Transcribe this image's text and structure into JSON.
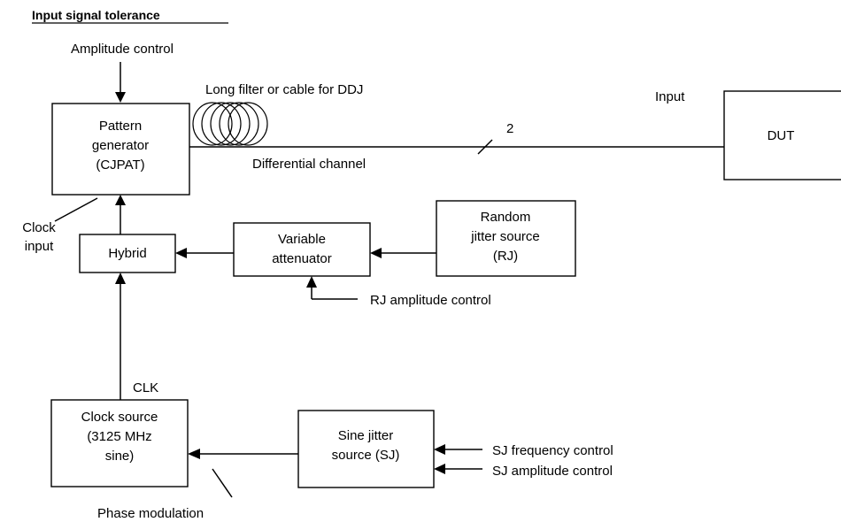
{
  "title": "Input signal tolerance",
  "blocks": {
    "pattern_generator": [
      "Pattern",
      "generator",
      "(CJPAT)"
    ],
    "dut": "DUT",
    "hybrid": "Hybrid",
    "variable_attenuator": [
      "Variable",
      "attenuator"
    ],
    "random_jitter_source": [
      "Random",
      "jitter source",
      "(RJ)"
    ],
    "clock_source": [
      "Clock source",
      "(3125 MHz",
      "sine)"
    ],
    "sine_jitter_source": [
      "Sine jitter",
      "source (SJ)"
    ]
  },
  "labels": {
    "amplitude_control": "Amplitude control",
    "long_filter": "Long filter or cable for DDJ",
    "input": "Input",
    "lane_count": "2",
    "differential_channel": "Differential channel",
    "clock_input": [
      "Clock",
      "input"
    ],
    "rj_amplitude_control": "RJ amplitude control",
    "clk": "CLK",
    "sj_frequency_control": "SJ frequency control",
    "sj_amplitude_control": "SJ amplitude control",
    "phase_modulation": "Phase modulation"
  }
}
